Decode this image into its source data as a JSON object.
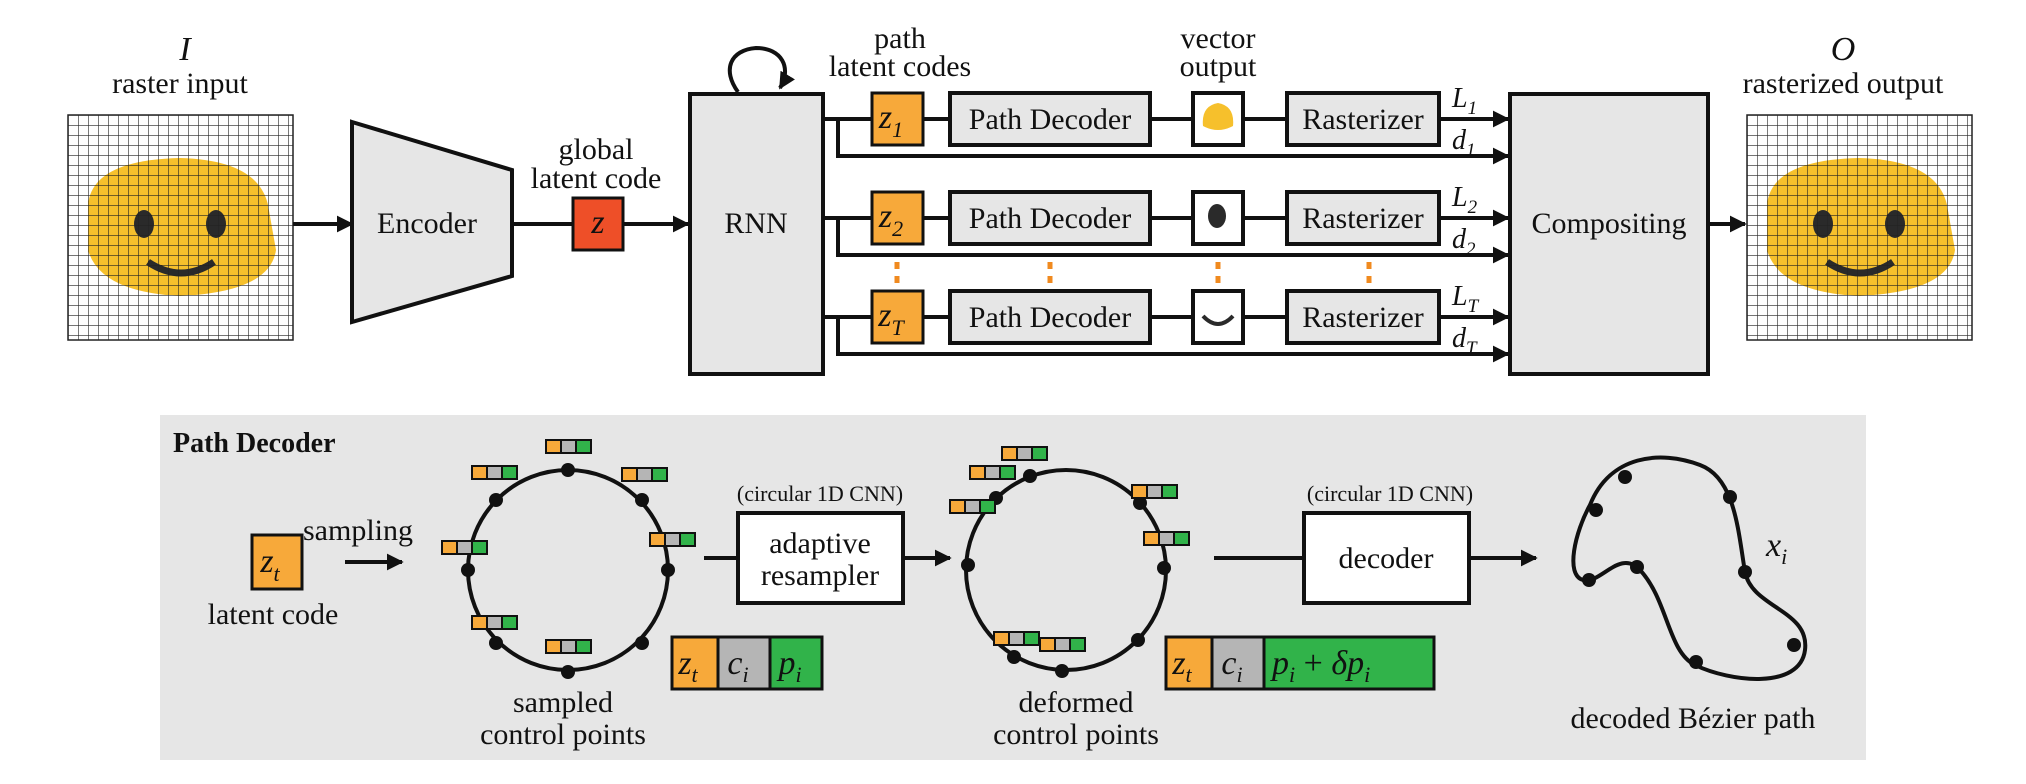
{
  "colors": {
    "latent_orange": "#f7a93a",
    "global_red": "#ee4f28",
    "gray_token": "#b5b5b5",
    "green_token": "#31b34a",
    "panel_gray": "#e6e6e6",
    "emoji_yellow": "#f6c02c",
    "emoji_feature": "#2a2a2a"
  },
  "top": {
    "input": {
      "symbol": "I",
      "label": "raster input"
    },
    "encoder": "Encoder",
    "global_latent": {
      "line1": "global",
      "line2": "latent code",
      "symbol": "z"
    },
    "rnn": "RNN",
    "path_latent": {
      "line1": "path",
      "line2": "latent codes"
    },
    "vector_output": {
      "line1": "vector",
      "line2": "output"
    },
    "rows": [
      {
        "z": "z",
        "z_sub": "1",
        "decoder": "Path Decoder",
        "rasterizer": "Rasterizer",
        "L": "L",
        "L_sub": "1",
        "d": "d",
        "d_sub": "1",
        "shape": "blob-icon"
      },
      {
        "z": "z",
        "z_sub": "2",
        "decoder": "Path Decoder",
        "rasterizer": "Rasterizer",
        "L": "L",
        "L_sub": "2",
        "d": "d",
        "d_sub": "2",
        "shape": "eye-icon"
      },
      {
        "z": "z",
        "z_sub": "T",
        "decoder": "Path Decoder",
        "rasterizer": "Rasterizer",
        "L": "L",
        "L_sub": "T",
        "d": "d",
        "d_sub": "T",
        "shape": "smile-icon"
      }
    ],
    "compositing": "Compositing",
    "output": {
      "symbol": "O",
      "label": "rasterized output"
    }
  },
  "panel": {
    "title": "Path Decoder",
    "latent": {
      "symbol": "z",
      "sub": "t",
      "label": "latent code"
    },
    "sampling": "sampling",
    "sampled": {
      "line1": "sampled",
      "line2": "control points"
    },
    "cnn1_caption": "(circular 1D CNN)",
    "resampler": {
      "line1": "adaptive",
      "line2": "resampler"
    },
    "token1": {
      "z": "z",
      "z_sub": "t",
      "c": "c",
      "c_sub": "i",
      "p": "p",
      "p_sub": "i"
    },
    "deformed": {
      "line1": "deformed",
      "line2": "control points"
    },
    "cnn2_caption": "(circular 1D CNN)",
    "decoder": "decoder",
    "token2": {
      "z": "z",
      "z_sub": "t",
      "c": "c",
      "c_sub": "i",
      "p": "p",
      "p_sub": "i",
      "plus": " + ",
      "delta": "δp",
      "delta_sub": "i"
    },
    "path_symbol": {
      "x": "x",
      "sub": "i"
    },
    "path_label": "decoded Bézier path"
  }
}
